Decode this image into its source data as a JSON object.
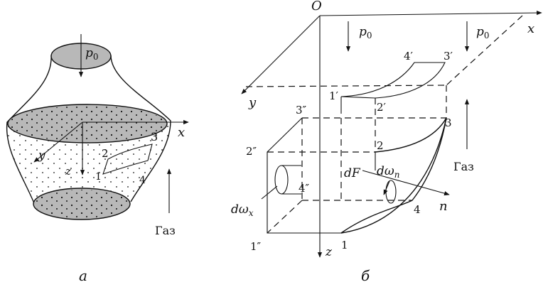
{
  "panel_a": {
    "caption": "а",
    "p0": "p",
    "p0_sub": "0",
    "x_label": "x",
    "y_label": "y",
    "z_label": "z",
    "pt1": "1",
    "pt2": "2",
    "pt3": "3",
    "pt4": "4",
    "gas": "Газ"
  },
  "panel_b": {
    "caption": "б",
    "origin": "O",
    "x_label": "x",
    "y_label": "y",
    "z_label": "z",
    "n_label": "n",
    "p0_left": "p",
    "p0_left_sub": "0",
    "p0_right": "p",
    "p0_right_sub": "0",
    "pt1": "1",
    "pt2": "2",
    "pt3": "3",
    "pt4": "4",
    "pt1p": "1′",
    "pt2p": "2′",
    "pt3p": "3′",
    "pt4p": "4′",
    "pt1pp": "1″",
    "pt2pp": "2″",
    "pt3pp": "3″",
    "pt4pp": "4″",
    "dF": "dF",
    "d_omega_x": "dω",
    "d_omega_x_sub": "x",
    "d_omega_n": "dω",
    "d_omega_n_sub": "n",
    "gas": "Газ"
  }
}
